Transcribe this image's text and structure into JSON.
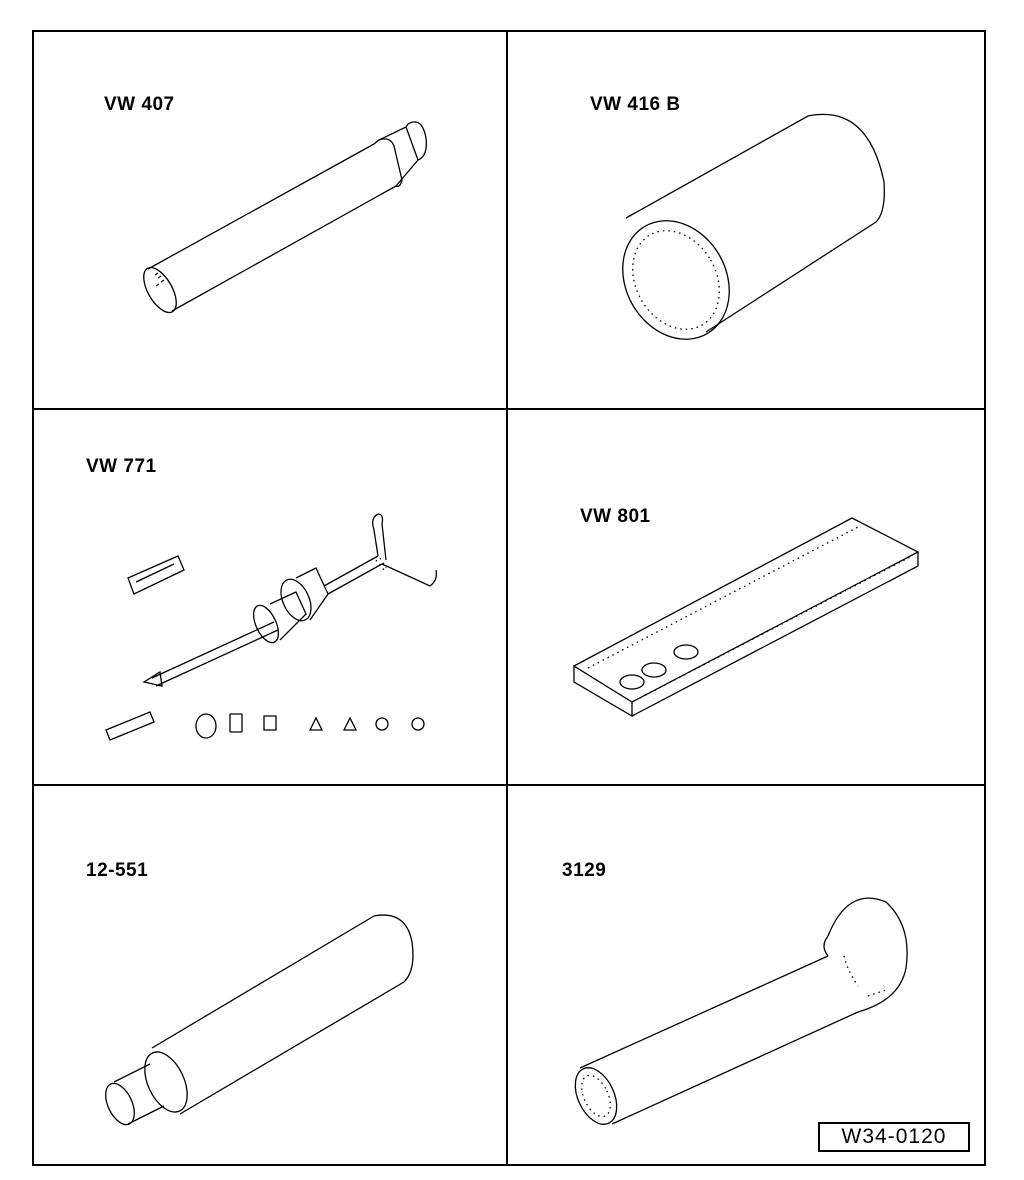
{
  "tools": [
    {
      "label": "VW 407",
      "icon": "drift-punch-icon"
    },
    {
      "label": "VW 416 B",
      "icon": "sleeve-tube-icon"
    },
    {
      "label": "VW 771",
      "icon": "slide-hammer-set-icon"
    },
    {
      "label": "VW 801",
      "icon": "support-plate-icon"
    },
    {
      "label": "12-551",
      "icon": "stepped-drift-icon"
    },
    {
      "label": "3129",
      "icon": "flanged-mandrel-icon"
    }
  ],
  "figure_id": "W34-0120"
}
